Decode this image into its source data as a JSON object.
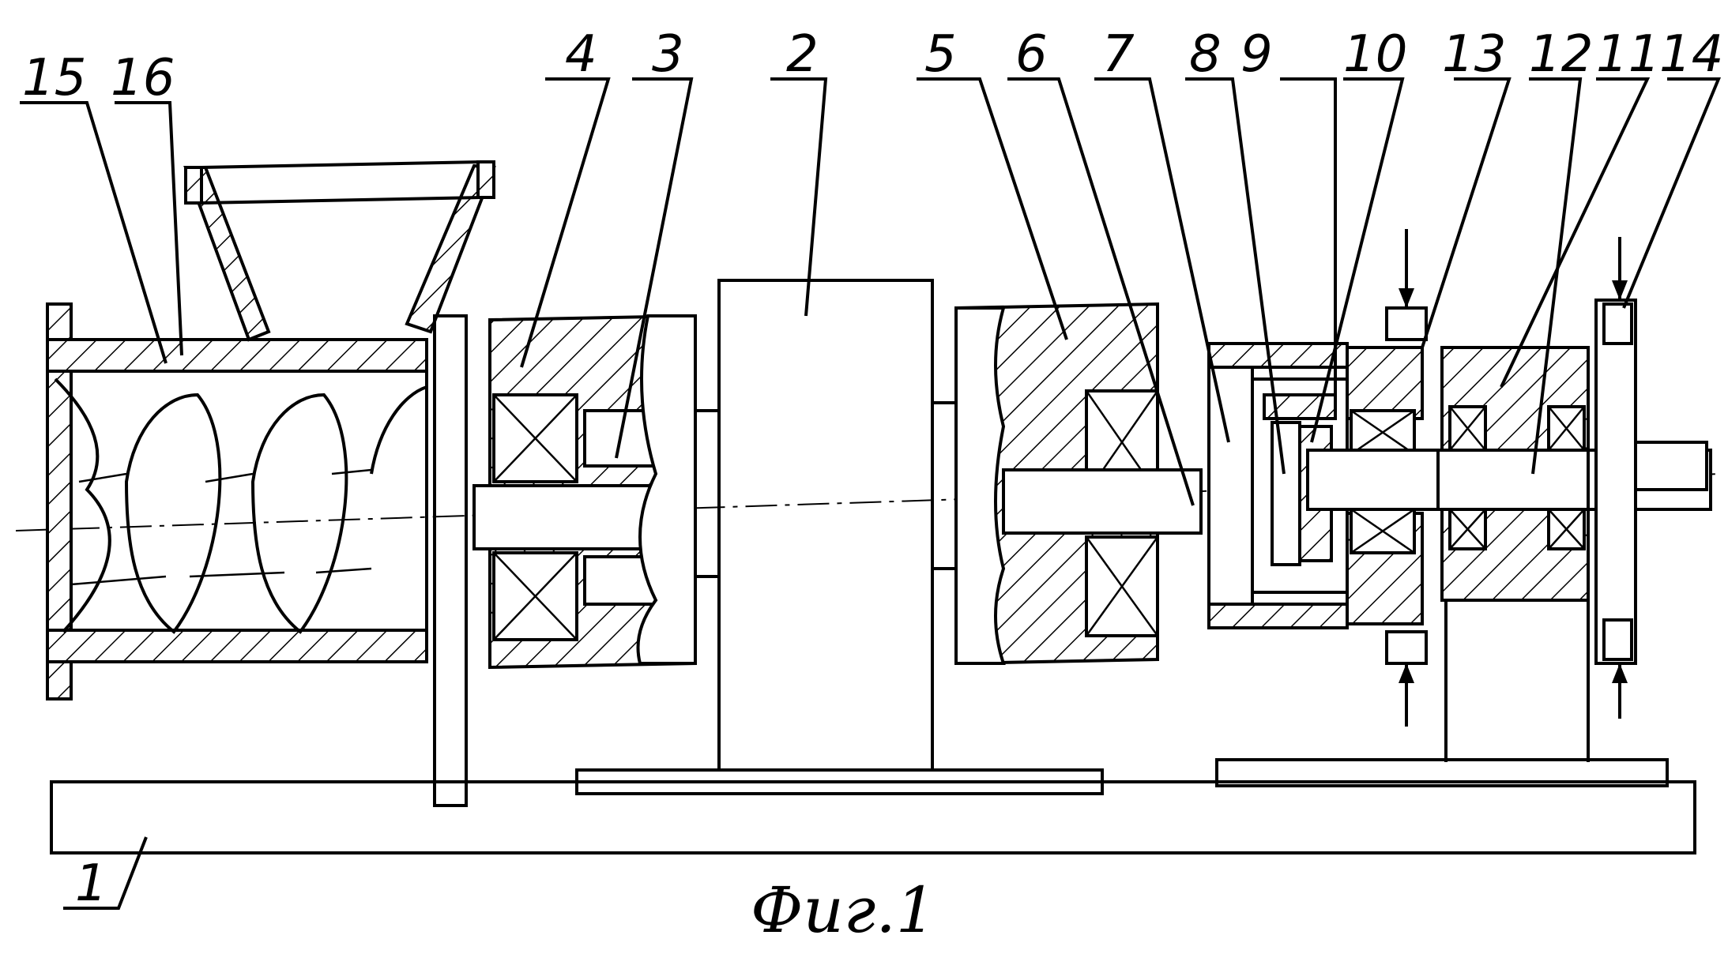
{
  "figure": {
    "caption": "Фиг.1",
    "labels": [
      {
        "id": "1",
        "text": "1"
      },
      {
        "id": "2",
        "text": "2"
      },
      {
        "id": "3",
        "text": "3"
      },
      {
        "id": "4",
        "text": "4"
      },
      {
        "id": "5",
        "text": "5"
      },
      {
        "id": "6",
        "text": "6"
      },
      {
        "id": "7",
        "text": "7"
      },
      {
        "id": "8",
        "text": "8"
      },
      {
        "id": "9",
        "text": "9"
      },
      {
        "id": "10",
        "text": "10"
      },
      {
        "id": "11",
        "text": "11"
      },
      {
        "id": "12",
        "text": "12"
      },
      {
        "id": "13",
        "text": "13"
      },
      {
        "id": "14",
        "text": "14"
      },
      {
        "id": "15",
        "text": "15"
      },
      {
        "id": "16",
        "text": "16"
      }
    ]
  }
}
